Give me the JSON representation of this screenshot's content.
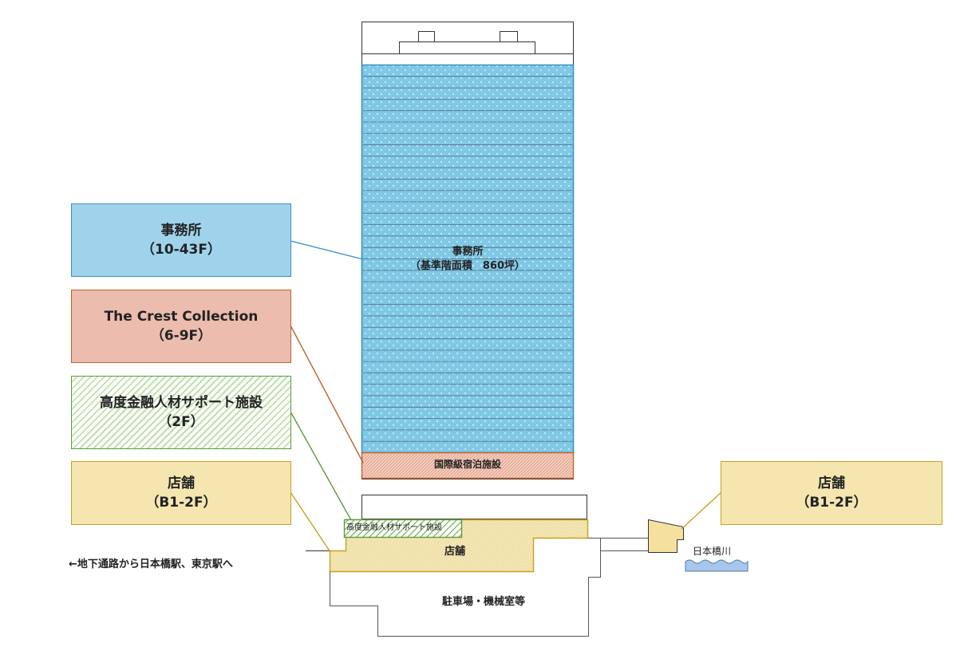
{
  "callouts": {
    "office": {
      "title": "事務所",
      "floors": "（10-43F）"
    },
    "crest": {
      "title": "The Crest Collection",
      "floors": "（6-9F）"
    },
    "finance": {
      "title": "高度金融人材サポート施設",
      "floors": "（2F）"
    },
    "retail_left": {
      "title": "店舗",
      "floors": "（B1-2F）"
    },
    "retail_right": {
      "title": "店舗",
      "floors": "（B1-2F）"
    }
  },
  "building": {
    "office_title": "事務所",
    "office_area": "（基準階面積　860坪）",
    "hotel": "国際級宿泊施設",
    "finance": "高度金融人材サポート施設",
    "retail": "店舗",
    "parking": "駐車場・機械室等"
  },
  "surroundings": {
    "underpass": "←地下通路から日本橋駅、東京駅へ",
    "river": "日本橋川"
  },
  "colors": {
    "office": "#7fc8e6",
    "office_border": "#3a8fc7",
    "hotel": "#ecc0b0",
    "hotel_border": "#c0622c",
    "finance_border": "#5c9a3c",
    "retail": "#f5e6b0",
    "retail_border": "#c9a020",
    "river": "#a8c6ea"
  }
}
